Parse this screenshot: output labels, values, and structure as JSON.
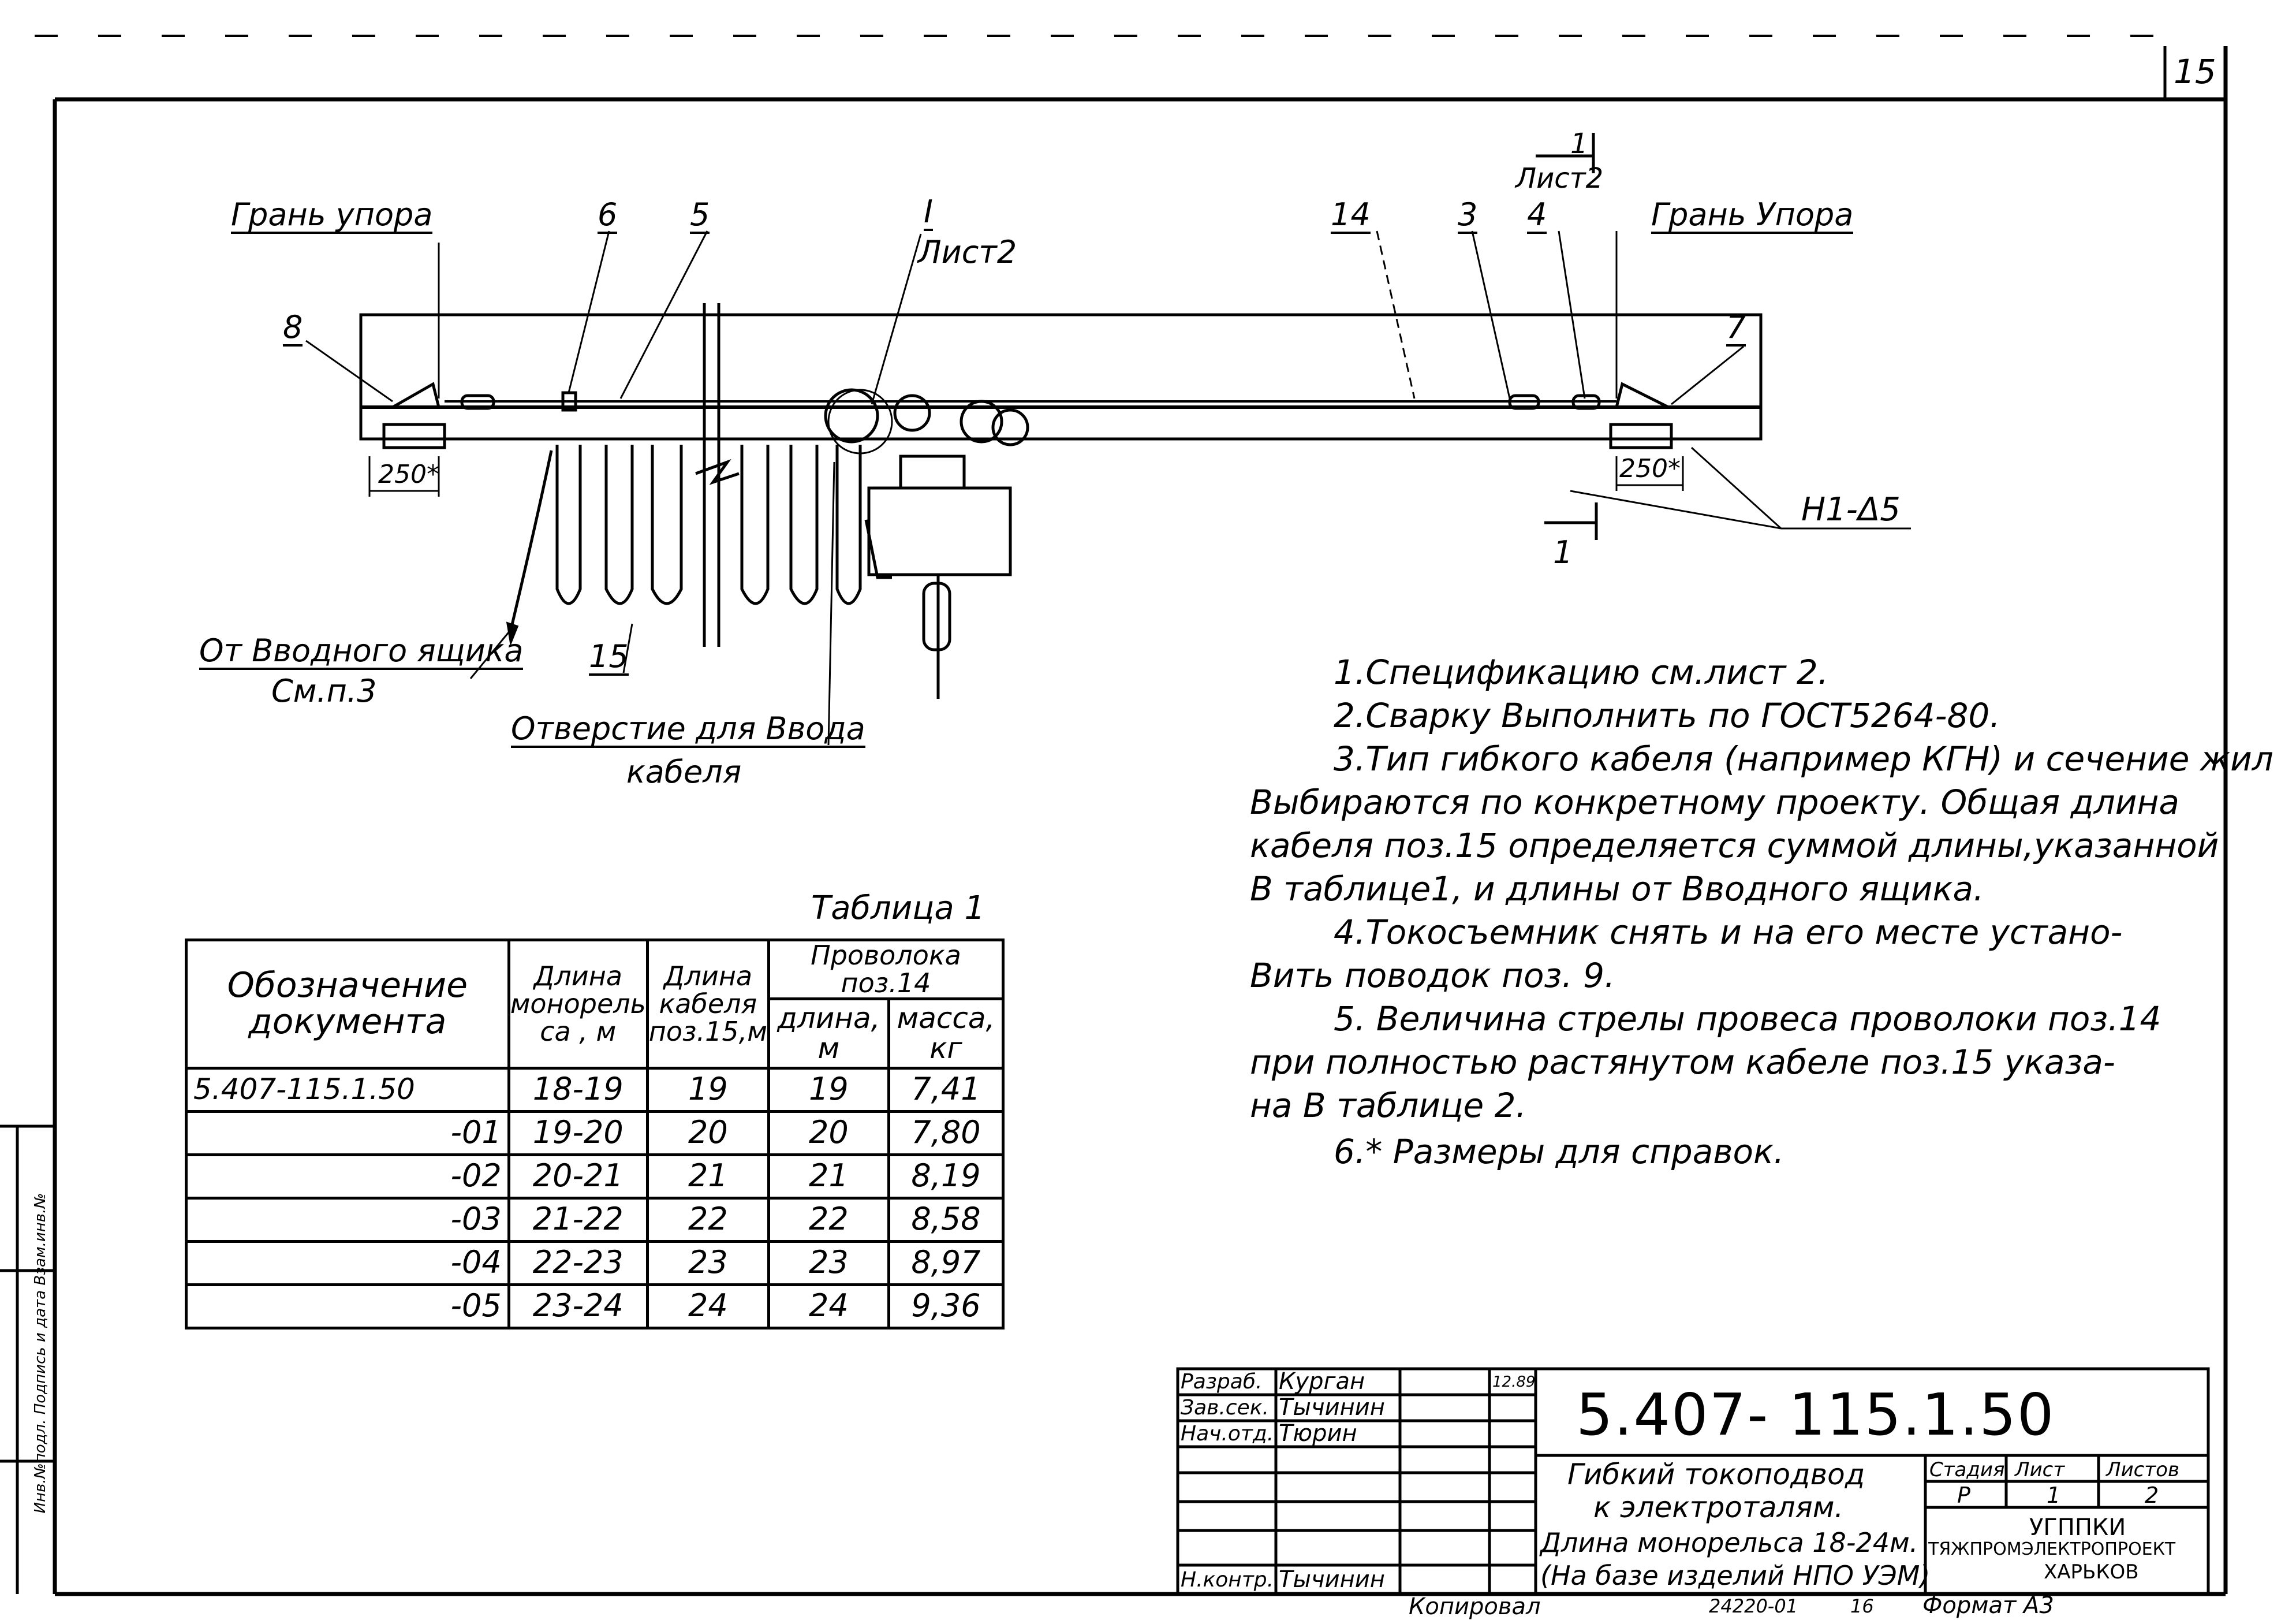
{
  "sheet_number": "15",
  "drawing": {
    "labels": {
      "face_left": "Грань упора",
      "face_right": "Грань Упора",
      "pos_6": "6",
      "pos_5": "5",
      "ref_I": "I",
      "ref_list2": "Лист2",
      "pos_14": "14",
      "pos_3": "3",
      "pos_4": "4",
      "sect_1_top": "1",
      "sect_list2": "Лист2",
      "pos_8": "8",
      "pos_7": "7",
      "dim_left": "250*",
      "dim_right": "250*",
      "weld": "Н1-Δ5",
      "sect_1_bottom": "1",
      "from_box": "От Вводного ящика",
      "see_p3": "См.п.3",
      "pos_15": "15",
      "hole_line1": "Отверстие для Ввода",
      "hole_line2": "кабеля"
    }
  },
  "notes": [
    "1.Спецификацию см.лист 2.",
    "2.Сварку Выполнить по ГОСТ5264-80.",
    "3.Тип гибкого кабеля (например КГН) и сечение жил",
    "Выбираются по конкретному проекту. Общая длина",
    "кабеля поз.15 определяется суммой длины,указанной",
    "В таблице1, и длины от Вводного ящика.",
    "4.Токосъемник снять и на его месте устано-",
    "Вить поводок поз. 9.",
    "5. Величина стрелы провеса проволоки поз.14",
    "при полностью растянутом кабеле поз.15 указа-",
    "на В таблице 2.",
    "6.* Размеры для справок."
  ],
  "table1": {
    "caption": "Таблица 1",
    "headers": {
      "designation_1": "Обозначение",
      "designation_2": "документа",
      "monorail_1": "Длина",
      "monorail_2": "монорель",
      "monorail_3": "са , м",
      "cable_1": "Длина",
      "cable_2": "кабеля",
      "cable_3": "поз.15,м",
      "wire": "Проволока поз.14",
      "wire_len_1": "длина,",
      "wire_len_2": "м",
      "wire_mass_1": "масса,",
      "wire_mass_2": "кг"
    },
    "rows": [
      {
        "designation": "5.407-115.1.50",
        "monorail": "18-19",
        "cable": "19",
        "wire_len": "19",
        "mass": "7,41"
      },
      {
        "designation": "-01",
        "monorail": "19-20",
        "cable": "20",
        "wire_len": "20",
        "mass": "7,80"
      },
      {
        "designation": "-02",
        "monorail": "20-21",
        "cable": "21",
        "wire_len": "21",
        "mass": "8,19"
      },
      {
        "designation": "-03",
        "monorail": "21-22",
        "cable": "22",
        "wire_len": "22",
        "mass": "8,58"
      },
      {
        "designation": "-04",
        "monorail": "22-23",
        "cable": "23",
        "wire_len": "23",
        "mass": "8,97"
      },
      {
        "designation": "-05",
        "monorail": "23-24",
        "cable": "24",
        "wire_len": "24",
        "mass": "9,36"
      }
    ]
  },
  "title_block": {
    "doc_code": "5.407- 115.1.50",
    "title": [
      "Гибкий токоподвод",
      "к электроталям.",
      "Длина монорельса 18-24м.",
      "(На базе изделий НПО УЭМ)"
    ],
    "roles": [
      {
        "role": "Разраб.",
        "name": "Курган",
        "date": "12.89"
      },
      {
        "role": "Зав.сек.",
        "name": "Тычинин",
        "date": ""
      },
      {
        "role": "Нач.отд.",
        "name": "Тюрин",
        "date": ""
      },
      {
        "role": "Н.контр.",
        "name": "Тычинин",
        "date": ""
      }
    ],
    "stage_label": "Стадия",
    "sheet_label": "Лист",
    "sheets_label": "Листов",
    "stage": "Р",
    "sheet": "1",
    "sheets": "2",
    "org_line1": "УГППКИ",
    "org_line2": "ТЯЖПРОМЭЛЕКТРОПРОЕКТ",
    "org_line3": "ХАРЬКОВ"
  },
  "footer": {
    "copied": "Копировал",
    "order": "24220-01",
    "page": "16",
    "format": "Формат А3"
  },
  "side_stamp": "Инв.№подл. Подпись и дата Взам.инв.№"
}
